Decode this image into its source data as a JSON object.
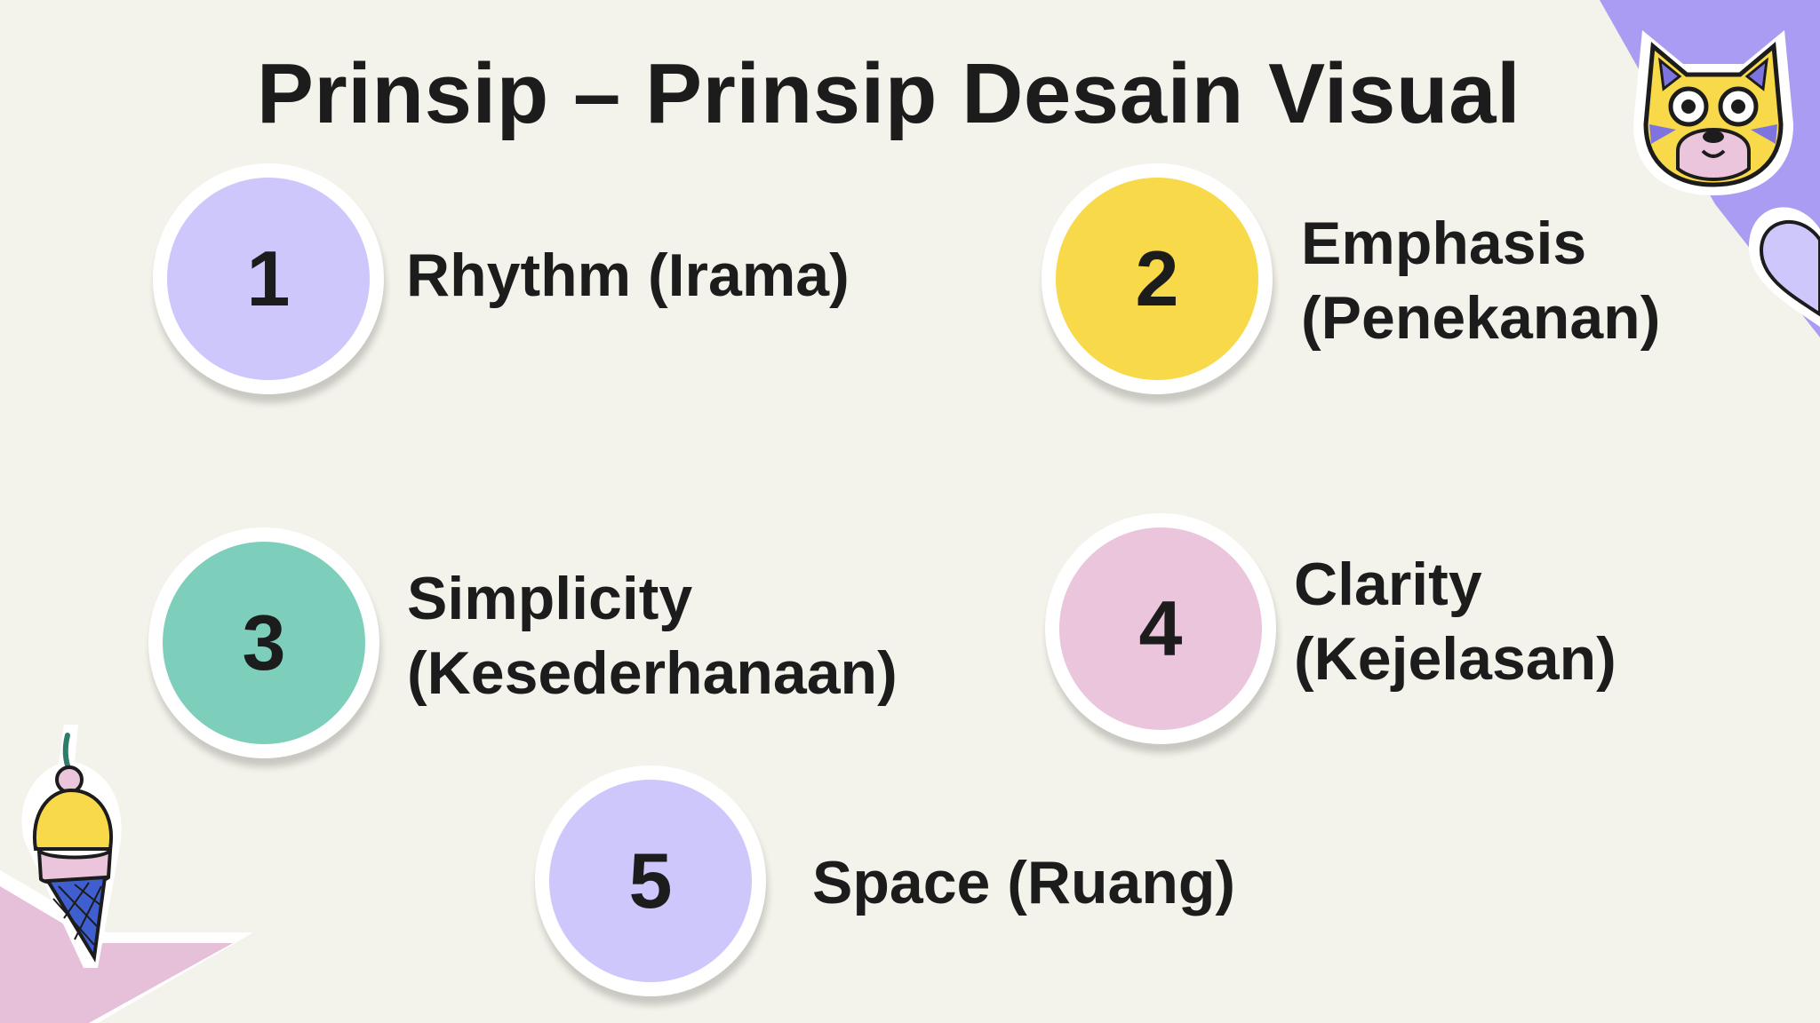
{
  "slide": {
    "title": "Prinsip – Prinsip Desain Visual"
  },
  "principles": [
    {
      "number": "1",
      "line1": "Rhythm (Irama)",
      "line2": "",
      "color": "#cdc7fb"
    },
    {
      "number": "2",
      "line1": "Emphasis",
      "line2": "(Penekanan)",
      "color": "#f8d94a"
    },
    {
      "number": "3",
      "line1": "Simplicity",
      "line2": "(Kesederhanaan)",
      "color": "#7dcfbc"
    },
    {
      "number": "4",
      "line1": "Clarity",
      "line2": "(Kejelasan)",
      "color": "#eac5dc"
    },
    {
      "number": "5",
      "line1": "Space (Ruang)",
      "line2": "",
      "color": "#cdc7fb"
    }
  ],
  "decorations": {
    "top_right": [
      "cat-face-sticker",
      "heart-sticker",
      "purple-corner-shape"
    ],
    "bottom_left": [
      "ice-cream-sticker",
      "pink-corner-shape"
    ]
  },
  "colors": {
    "background": "#f4f3eb",
    "text": "#1c1c1c",
    "accent_purple": "#a99cf2",
    "accent_pink": "#e6bfd9"
  }
}
